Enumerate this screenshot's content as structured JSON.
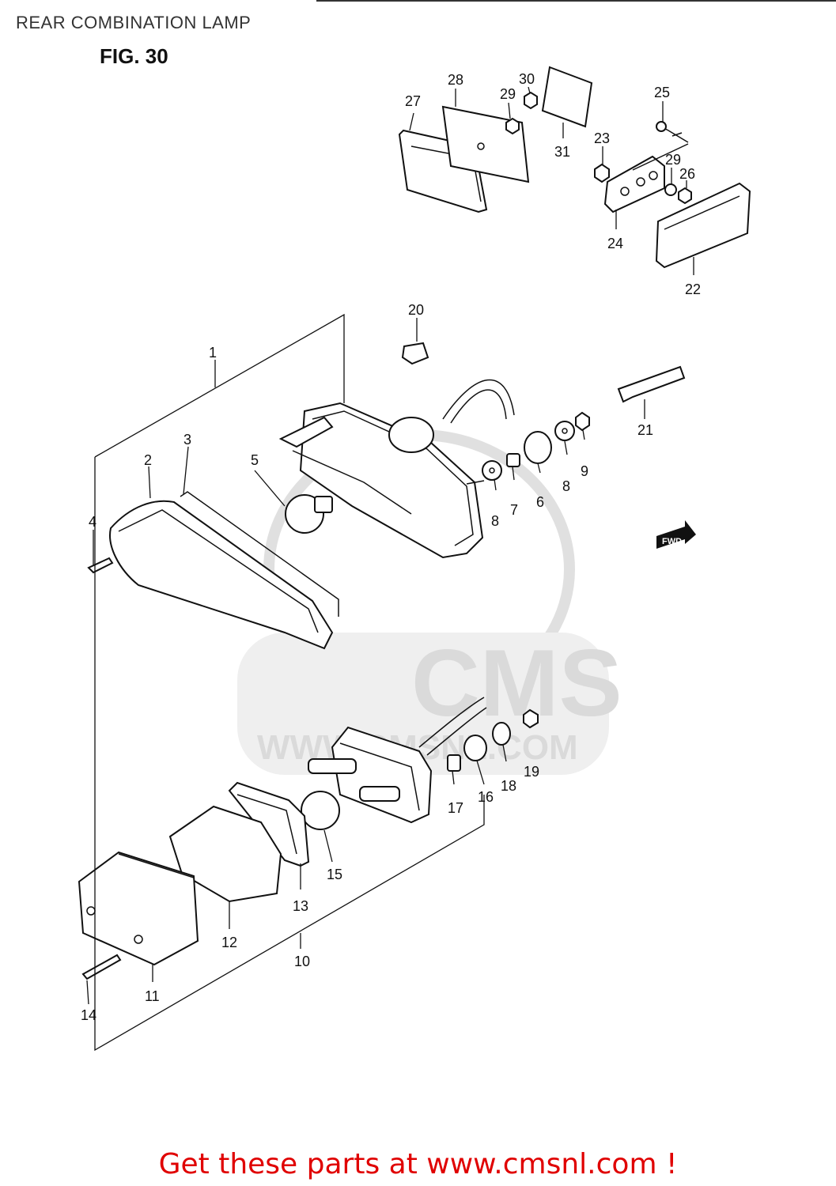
{
  "header": {
    "title": "REAR COMBINATION LAMP",
    "figure": "FIG. 30"
  },
  "watermark": {
    "brand": "CMS",
    "site": "WWW.CMSNL.COM"
  },
  "direction_badge": "FWD",
  "footer": {
    "link_text": "Get these parts at www.cmsnl.com !"
  },
  "colors": {
    "footer_link": "#e00000",
    "watermark": "#d6d6d6",
    "ink": "#111111"
  },
  "callouts": [
    "1",
    "2",
    "3",
    "4",
    "5",
    "6",
    "7",
    "8",
    "8",
    "9",
    "10",
    "11",
    "12",
    "13",
    "14",
    "15",
    "16",
    "17",
    "18",
    "19",
    "20",
    "21",
    "22",
    "23",
    "24",
    "25",
    "26",
    "27",
    "28",
    "29",
    "29",
    "30",
    "31"
  ]
}
